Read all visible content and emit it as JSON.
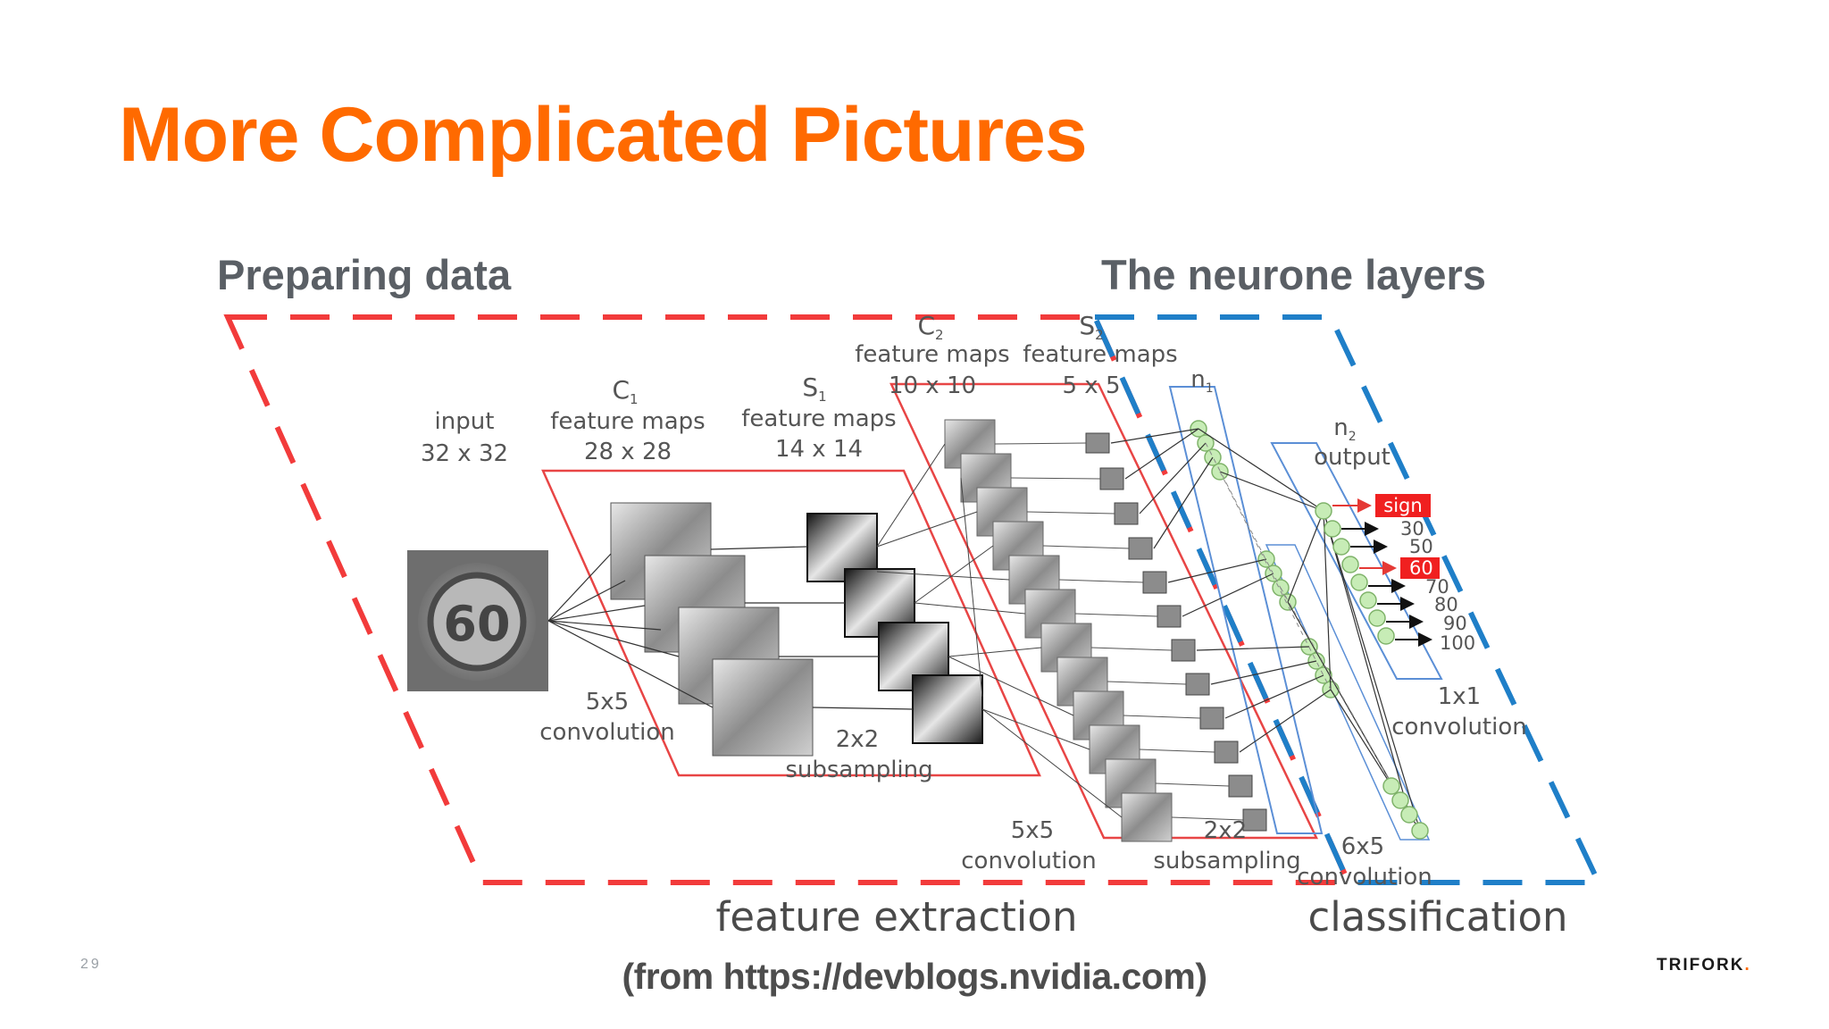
{
  "slide": {
    "title": "More Complicated Pictures",
    "subhead_left": "Preparing data",
    "subhead_right": "The neurone layers",
    "source": "(from https://devblogs.nvidia.com)",
    "page_number": "29",
    "logo": "TRIFORK",
    "logo_dot": ".",
    "colors": {
      "title": "#ff6a00",
      "subhead": "#5a5f65",
      "box_red": "#f23b3b",
      "box_blue": "#1f7fc8",
      "node": "#c7ecb6"
    }
  },
  "diagram": {
    "input_label": "input",
    "input_size": "32 x 32",
    "sign_text": "60",
    "c1_label": "C",
    "c1_sub": "1",
    "c1_desc": "feature maps",
    "c1_size": "28 x 28",
    "s1_label": "S",
    "s1_sub": "1",
    "s1_desc": "feature maps",
    "s1_size": "14 x 14",
    "c2_label": "C",
    "c2_sub": "2",
    "c2_desc": "feature maps",
    "c2_size": "10 x 10",
    "s2_label": "S",
    "s2_sub": "2",
    "s2_desc": "feature maps",
    "s2_size": "5 x 5",
    "n1_label": "n",
    "n1_sub": "1",
    "n2_label": "n",
    "n2_sub": "2",
    "n2_desc": "output",
    "conv1_size": "5x5",
    "conv1_label": "convolution",
    "sub1_size": "2x2",
    "sub1_label": "subsampling",
    "conv2_size": "5x5",
    "conv2_label": "convolution",
    "sub2_size": "2x2",
    "sub2_label": "subsampling",
    "conv3_size": "6x5",
    "conv3_label": "convolution",
    "conv4_size": "1x1",
    "conv4_label": "convolution",
    "outputs": [
      "sign",
      "30",
      "50",
      "60",
      "70",
      "80",
      "90",
      "100"
    ],
    "feature_extraction": "feature extraction",
    "classification": "classification"
  }
}
